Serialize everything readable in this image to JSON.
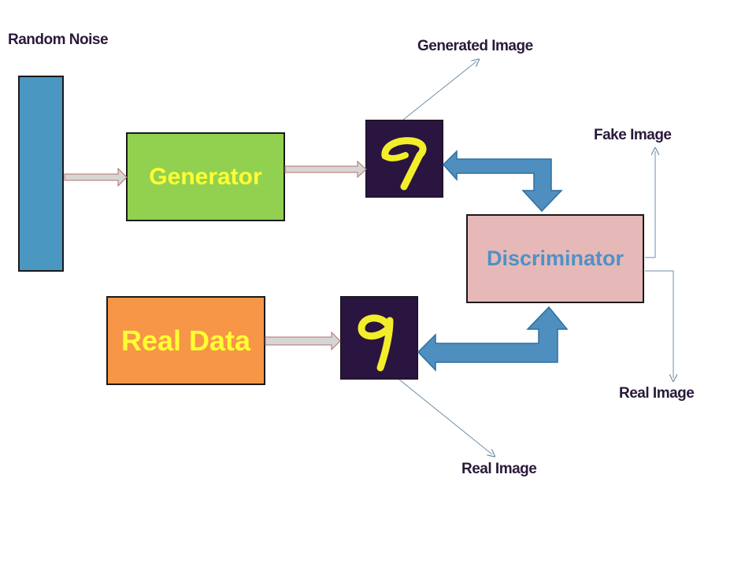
{
  "labels": {
    "random_noise": "Random Noise",
    "generated_image": "Generated Image",
    "fake_image": "Fake Image",
    "real_image_right": "Real Image",
    "real_image_bottom": "Real Image"
  },
  "boxes": {
    "generator": "Generator",
    "discriminator": "Discriminator",
    "real_data": "Real Data"
  },
  "colors": {
    "noise": "#4a97c2",
    "generator": "#92d050",
    "real_data": "#f79646",
    "discriminator": "#e6b9b8",
    "box_text_yellow": "#ffff33",
    "discriminator_text": "#4f91c6",
    "digit_bg": "#2a1440",
    "digit_stroke": "#f2ef2a",
    "thick_arrow": "#4f8fc0"
  },
  "icons": {
    "generated_digit": "digit-seven-icon",
    "real_digit": "digit-nine-icon"
  }
}
